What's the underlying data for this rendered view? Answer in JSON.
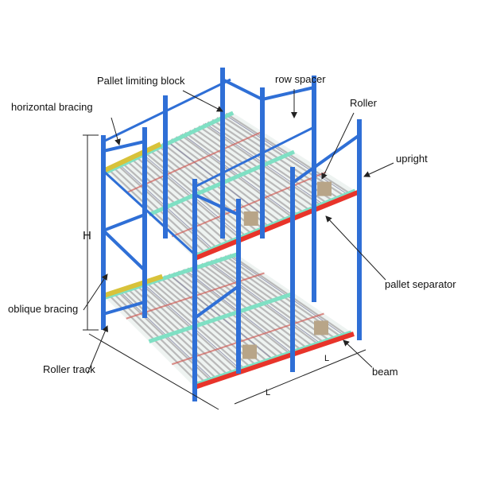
{
  "labels": {
    "pallet_limiting_block": "Pallet limiting block",
    "row_spacer": "row spacer",
    "horizontal_bracing": "horizontal bracing",
    "roller": "Roller",
    "upright": "upright",
    "height": "H",
    "pallet_separator": "pallet separator",
    "oblique_bracing": "oblique bracing",
    "roller_track": "Roller track",
    "beam": "beam",
    "length_1": "L",
    "length_2": "L"
  },
  "colors": {
    "upright": "#2f6fd6",
    "beam": "#e8342a",
    "roller_track": "#7fe0c4",
    "roller": "#b9b9b9",
    "limiting_block": "#d8c23a",
    "pallet_separator": "#b8a588"
  }
}
